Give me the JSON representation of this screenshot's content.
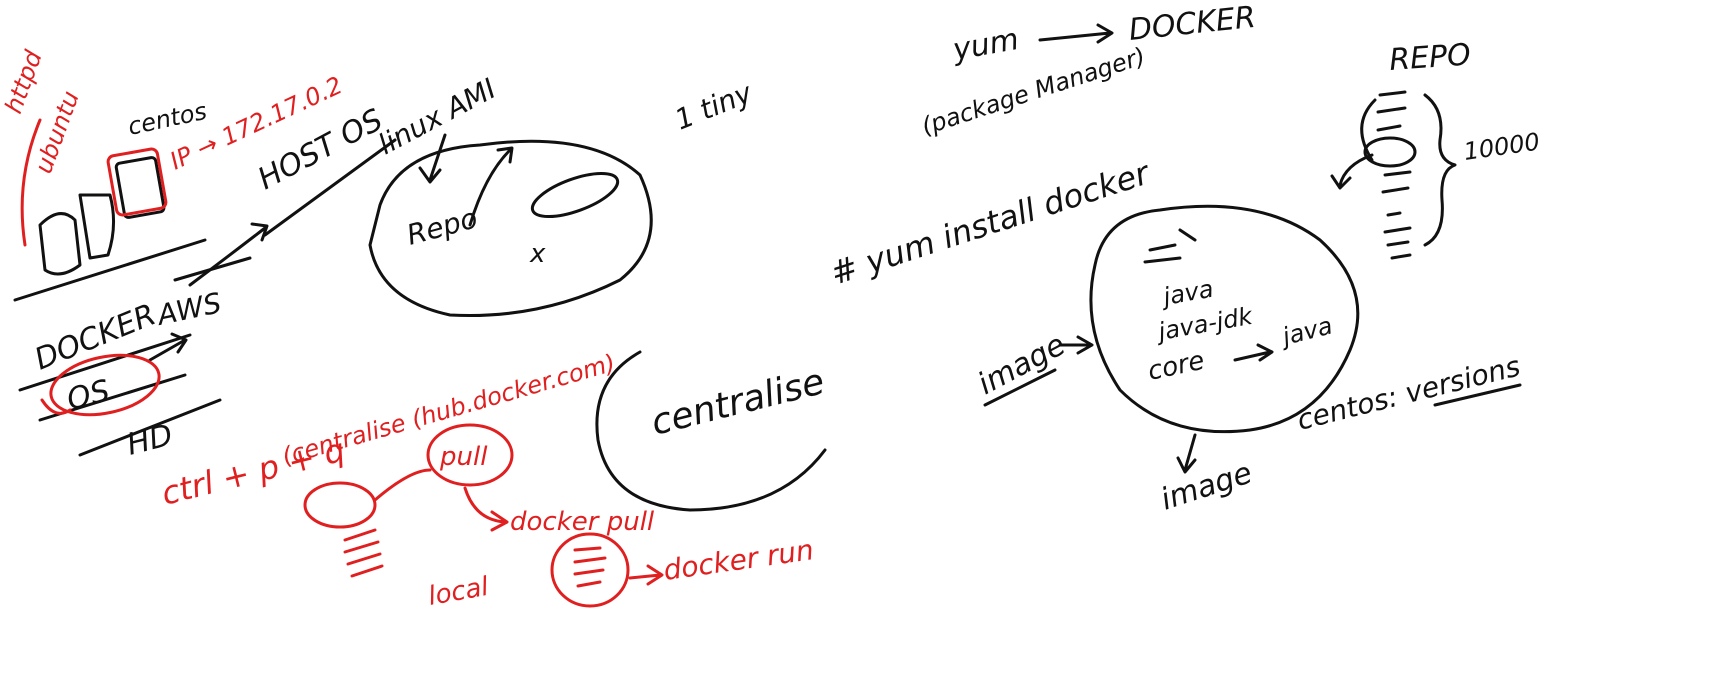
{
  "colors": {
    "black_ink": "#111111",
    "red_ink": "#e02020",
    "background": "#ffffff"
  },
  "left_section": {
    "host_os_label": "HOST OS",
    "linux_ami_label": "linux AMI",
    "docker_label": "DOCKER",
    "os_label": "OS",
    "hd_label": "HD",
    "aws_label": "AWS",
    "repo_label": "Repo",
    "x_mark": "x",
    "tiny_label": "1 tiny",
    "centralise_label": "centralise"
  },
  "red_notes": {
    "httpd_label": "httpd",
    "ubuntu_label": "ubuntu",
    "centos_label": "centos",
    "ip_label": "IP → 172.17.0.2",
    "ctrl_pq_label": "ctrl + p + q",
    "centralise_hub_label": "(centralise (hub.docker.com)",
    "pull_label": "pull",
    "docker_pull_label": "docker pull",
    "local_label": "local",
    "docker_run_label": "docker run"
  },
  "right_section": {
    "yum_label": "yum",
    "docker_label": "DOCKER",
    "package_manager_label": "(package Manager)",
    "yum_install_label": "# yum install docker",
    "repo_label": "REPO",
    "count_label": "10000",
    "java_label": "java",
    "java_jdk_label": "java-jdk",
    "core_label": "core",
    "java_alias_label": "java",
    "image_left_label": "image",
    "image_bottom_label": "image",
    "centos_versions_label": "centos: versions"
  }
}
